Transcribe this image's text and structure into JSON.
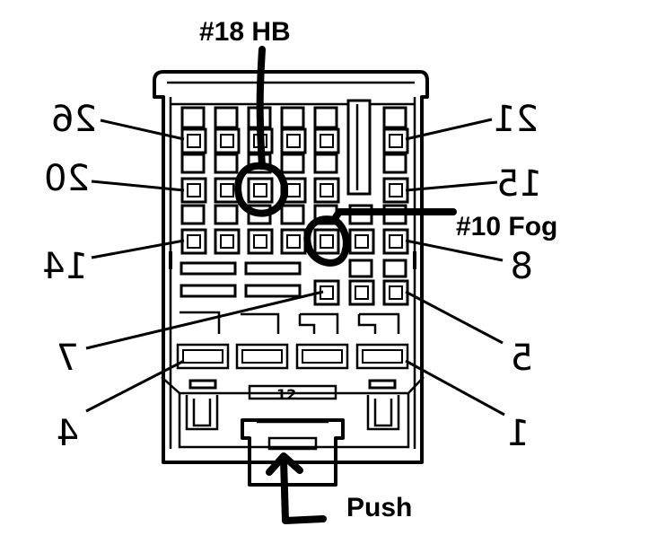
{
  "annotations": {
    "hb": "#18 HB",
    "fog": "#10 Fog",
    "push": "Push"
  },
  "pin_labels": {
    "p26": "26",
    "p20": "20",
    "p14": "14",
    "p7": "7",
    "p4": "4",
    "p21": "21",
    "p15": "15",
    "p8": "8",
    "p5": "5",
    "p1": "1"
  },
  "colors": {
    "line": "#000000",
    "background": "#ffffff"
  }
}
